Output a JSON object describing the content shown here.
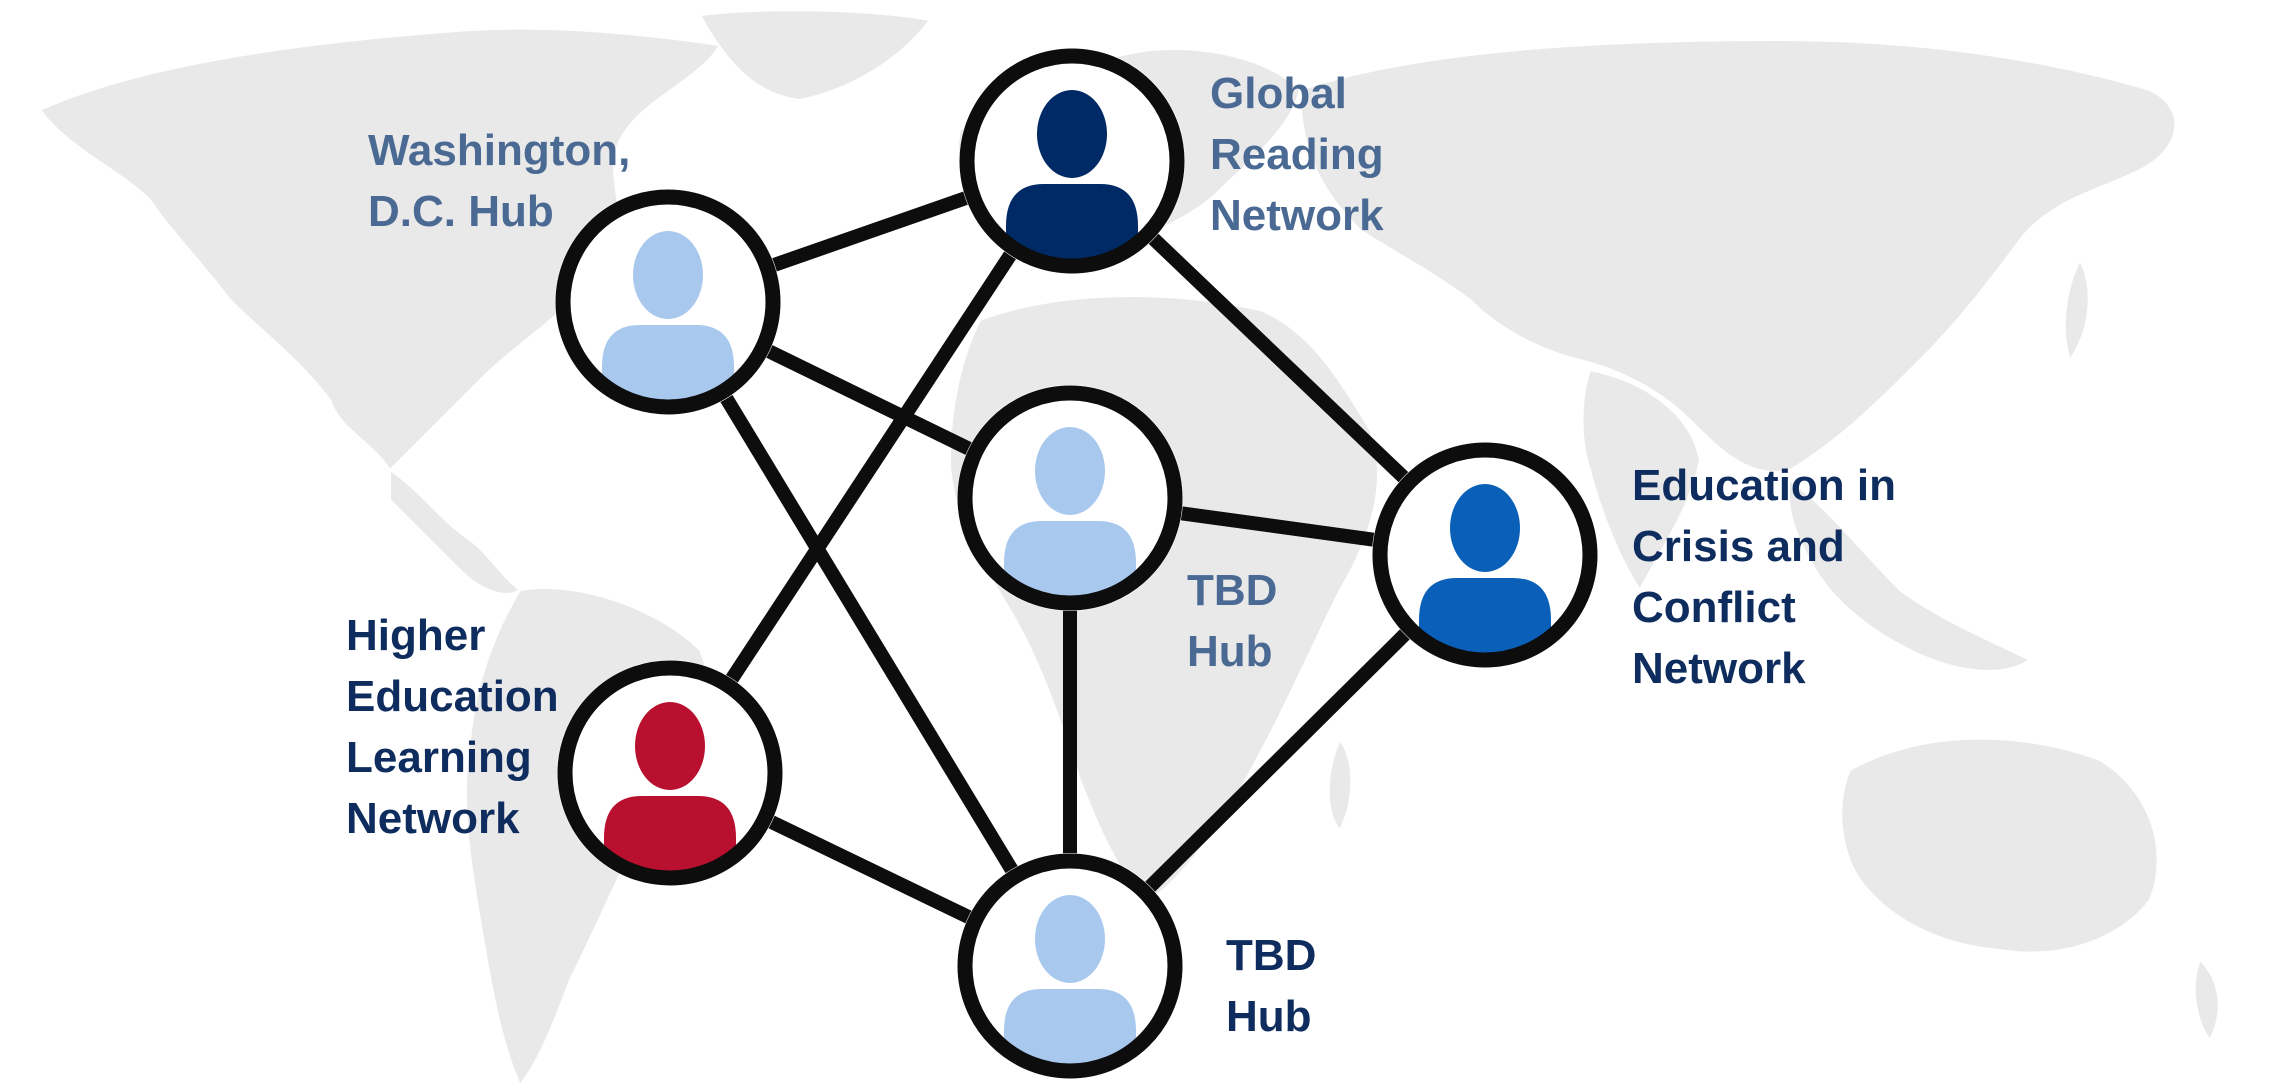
{
  "colors": {
    "map_land": "#e9e9e9",
    "map_border": "#ffffff",
    "edge": "#0d0d0d",
    "node_fill": "#ffffff",
    "node_stroke": "#0d0d0d",
    "label_light": "#4a6a94",
    "label_dark": "#0e2d5e"
  },
  "nodes": [
    {
      "id": "washington",
      "icon": "person-icon",
      "icon_color": "#a8c8ee",
      "label_color": "#4a6a94",
      "label_lines": [
        "Washington,",
        "D.C. Hub"
      ]
    },
    {
      "id": "global",
      "icon": "person-icon",
      "icon_color": "#002a66",
      "label_color": "#4a6a94",
      "label_lines": [
        "Global",
        "Reading",
        "Network"
      ]
    },
    {
      "id": "tbd-center",
      "icon": "person-icon",
      "icon_color": "#a8c8ee",
      "label_color": "#4a6a94",
      "label_lines": [
        "TBD",
        "Hub"
      ]
    },
    {
      "id": "eicc",
      "icon": "person-icon",
      "icon_color": "#0a60b8",
      "label_color": "#0e2d5e",
      "label_lines": [
        "Education in",
        "Crisis and",
        "Conflict",
        "Network"
      ]
    },
    {
      "id": "higher",
      "icon": "person-icon",
      "icon_color": "#b8102e",
      "label_color": "#0e2d5e",
      "label_lines": [
        "Higher",
        "Education",
        "Learning",
        "Network"
      ]
    },
    {
      "id": "tbd-bottom",
      "icon": "person-icon",
      "icon_color": "#a8c8ee",
      "label_color": "#0e2d5e",
      "label_lines": [
        "TBD",
        "Hub"
      ]
    }
  ],
  "edges": [
    [
      "washington",
      "global"
    ],
    [
      "washington",
      "tbd-center"
    ],
    [
      "washington",
      "tbd-bottom"
    ],
    [
      "global",
      "eicc"
    ],
    [
      "global",
      "higher"
    ],
    [
      "tbd-center",
      "eicc"
    ],
    [
      "tbd-center",
      "tbd-bottom"
    ],
    [
      "eicc",
      "tbd-bottom"
    ],
    [
      "higher",
      "tbd-bottom"
    ]
  ]
}
